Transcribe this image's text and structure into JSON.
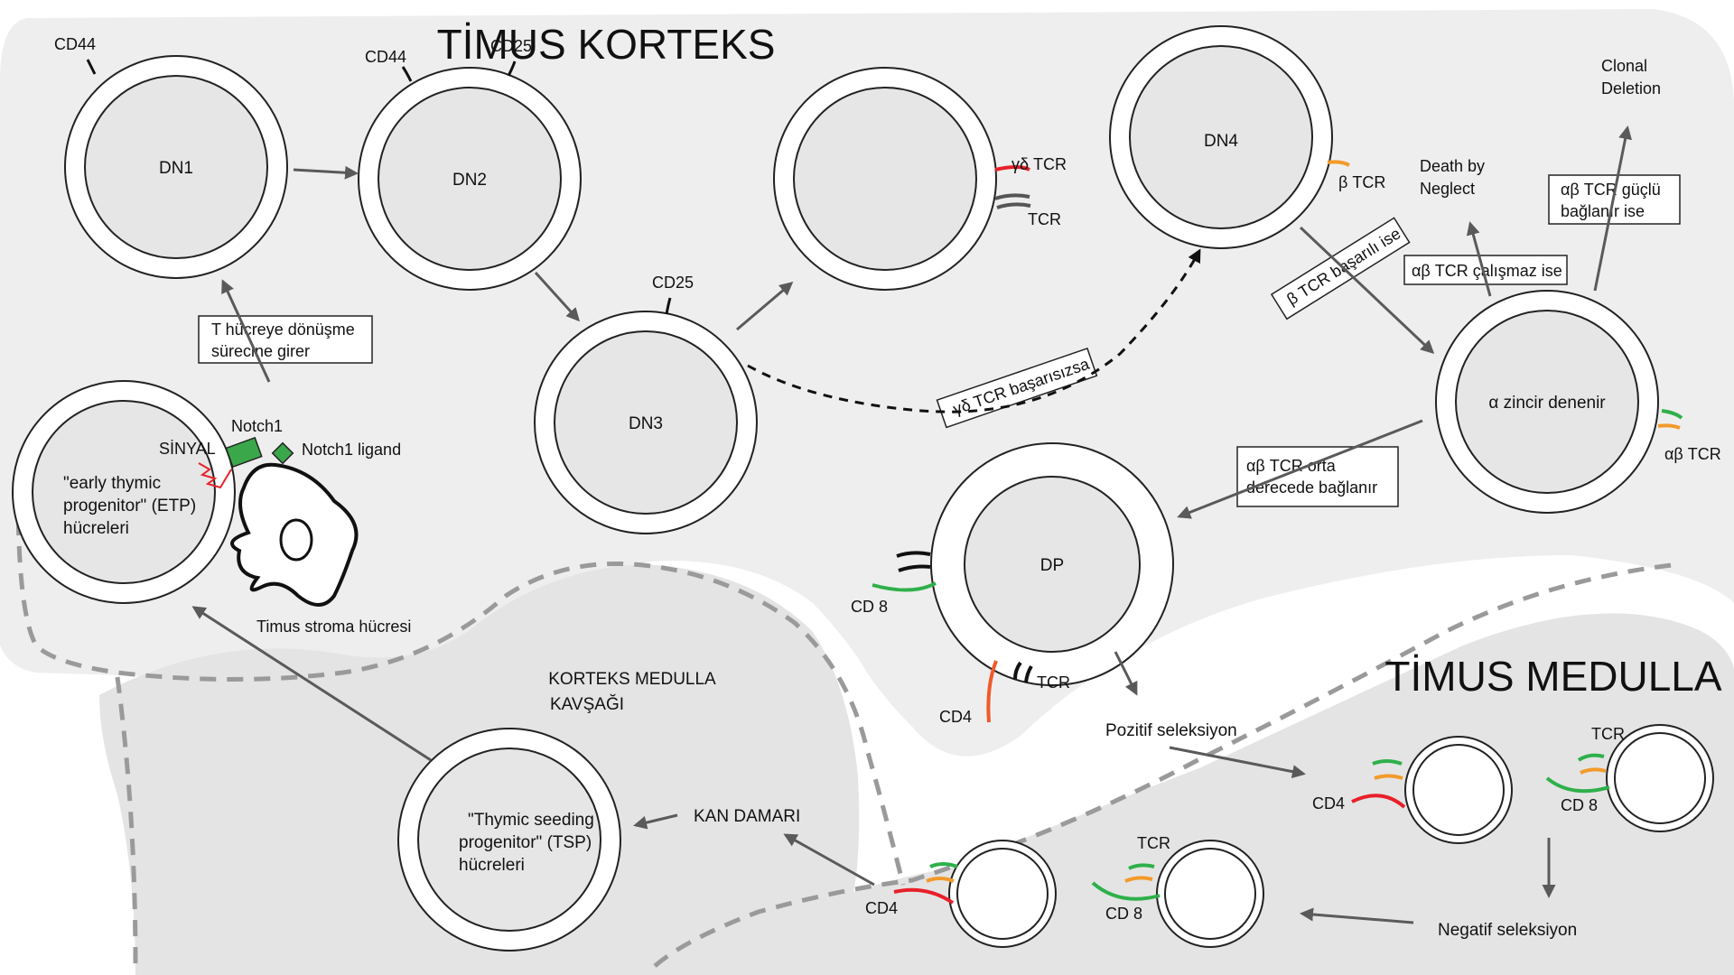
{
  "regions": {
    "cortex_title": "TİMUS KORTEKS",
    "medulla_title": "TİMUS MEDULLA",
    "junction_title": [
      "KORTEKS MEDULLA",
      "KAVŞAĞI"
    ]
  },
  "cells": {
    "dn1": "DN1",
    "dn2": "DN2",
    "dn3": "DN3",
    "dn4": "DN4",
    "dp": "DP",
    "alpha_chain": "α zincir denenir",
    "etp": [
      "\"early thymic",
      "progenitor\" (ETP)",
      "hücreleri"
    ],
    "tsp": [
      "\"Thymic seeding",
      "progenitor\" (TSP)",
      "hücreleri"
    ]
  },
  "markers": {
    "cd44": "CD44",
    "cd25": "CD25",
    "gd_tcr": "γδ TCR",
    "tcr": "TCR",
    "b_tcr": "β TCR",
    "ab_tcr": "αβ TCR",
    "cd8": "CD 8",
    "cd4": "CD4",
    "notch1": "Notch1",
    "notch1_ligand": "Notch1 ligand",
    "signal": "SİNYAL",
    "stroma": "Timus stroma hücresi"
  },
  "boxes": {
    "t_cell": [
      "T hücreye dönüşme",
      "sürecine girer"
    ],
    "gd_fail": "γδ TCR başarısızsa",
    "b_success": "β TCR başarılı ise",
    "ab_nonfunc": "αβ TCR çalışmaz ise",
    "ab_strong": [
      "αβ TCR güçlü",
      "bağlanır ise"
    ],
    "ab_moderate": [
      "αβ TCR orta",
      "derecede bağlanır"
    ]
  },
  "outcomes": {
    "neglect": [
      "Death by",
      "Neglect"
    ],
    "clonal": [
      "Clonal",
      "Deletion"
    ],
    "positive": "Pozitif seleksiyon",
    "negative": "Negatif seleksiyon",
    "blood": "KAN DAMARI"
  },
  "colors": {
    "region_fill": "#eeeeee",
    "region_fill_dark": "#e4e4e4",
    "cell_fill": "#e6e6e6",
    "stroke": "#222222",
    "arrow": "#5a5a5a",
    "dashed_boundary": "#9a9a9a",
    "red": "#e8202a",
    "green": "#2eb04a",
    "orange": "#f39a2a",
    "cd4_orange": "#ef5a2a",
    "notch_green": "#3aa84a"
  }
}
